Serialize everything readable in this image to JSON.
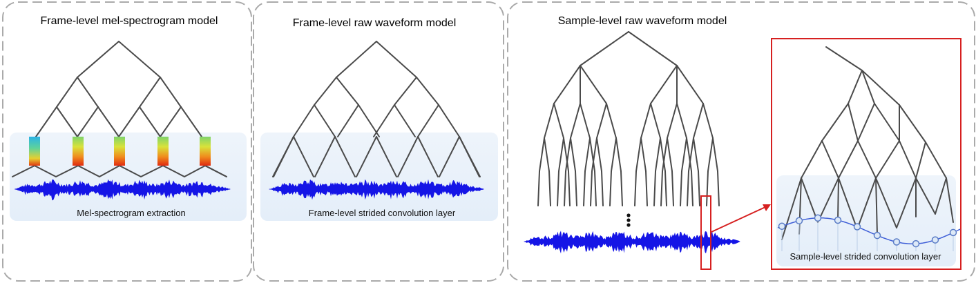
{
  "panels": [
    {
      "title": "Frame-level mel-spectrogram model",
      "caption": "Mel-spectrogram extraction"
    },
    {
      "title": "Frame-level raw waveform model",
      "caption": "Frame-level strided convolution layer"
    },
    {
      "title": "Sample-level raw waveform model",
      "caption": "Sample-level strided convolution layer"
    }
  ],
  "colors": {
    "waveform": "#1515e6",
    "highlight": "#d62020",
    "tree_edges": "#4a4a4a",
    "shading": "#eaf2fb"
  }
}
